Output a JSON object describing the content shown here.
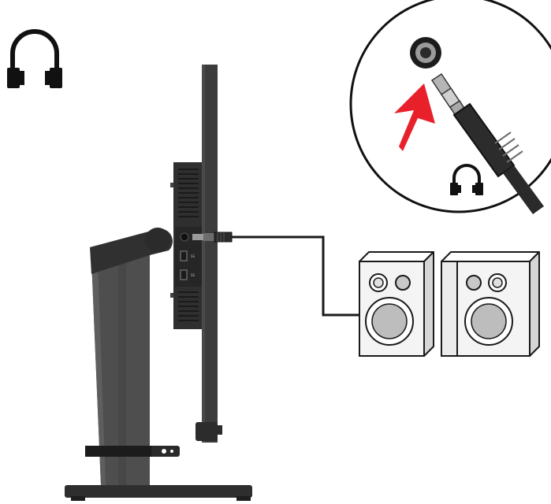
{
  "diagram": {
    "icons": {
      "headphones_top_left": "headphones-icon",
      "headphones_in_callout": "headphones-icon",
      "insert_arrow": "up-arrow-icon"
    },
    "parts": [
      "monitor",
      "monitor-stand",
      "audio-out-jack",
      "audio-cable",
      "speaker-left",
      "speaker-right",
      "plug-detail-callout"
    ],
    "port_labels": {
      "usb_upper": "SS",
      "usb_lower": "SS"
    },
    "colors": {
      "monitor": "#3a3a3a",
      "stand": "#505050",
      "arrow": "#e8202a",
      "speaker_body": "#f4f4f4",
      "cone": "#bdbdbd",
      "outline": "#1a1a1a"
    }
  }
}
